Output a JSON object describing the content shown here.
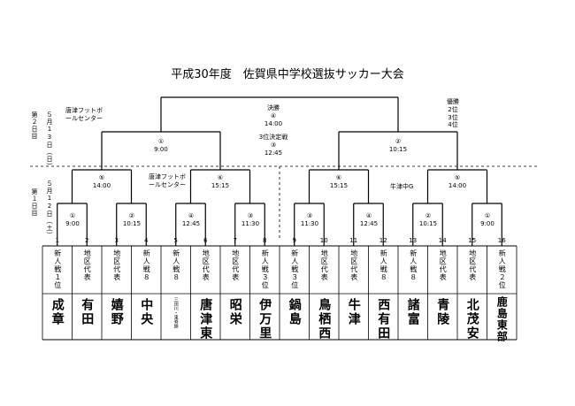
{
  "title": "平成30年度　佐賀県中学校選抜サッカー大会",
  "day2": {
    "label": "第２日目",
    "date": "５月13日（日）",
    "venue": "唐津フットボールセンター"
  },
  "day1": {
    "label": "第１日目",
    "date": "５月12日（土）",
    "venue_left": "唐津フットボールセンター",
    "venue_right": "牛津中G"
  },
  "final": {
    "label": "決勝",
    "num": "④",
    "time": "14:00"
  },
  "third_place": {
    "label": "3位決定戦",
    "num": "③",
    "time": "12:45"
  },
  "places": [
    "優勝",
    "2位",
    "3位",
    "4位"
  ],
  "semis": [
    {
      "num": "①",
      "time": "9:00"
    },
    {
      "num": "②",
      "time": "10:15"
    }
  ],
  "quarters": [
    {
      "num": "⑤",
      "time": "14:00"
    },
    {
      "num": "⑥",
      "time": "15:15"
    },
    {
      "num": "⑥",
      "time": "15:15"
    },
    {
      "num": "⑤",
      "time": "14:00"
    }
  ],
  "round1": [
    {
      "num": "①",
      "time": "9:00"
    },
    {
      "num": "②",
      "time": "10:15"
    },
    {
      "num": "④",
      "time": "12:45"
    },
    {
      "num": "③",
      "time": "11:30"
    },
    {
      "num": "③",
      "time": "11:30"
    },
    {
      "num": "④",
      "time": "12:45"
    },
    {
      "num": "②",
      "time": "10:15"
    },
    {
      "num": "①",
      "time": "9:00"
    }
  ],
  "teams": [
    {
      "no": "1",
      "seed": "新人戦１位",
      "name": "成章"
    },
    {
      "no": "2",
      "seed": "地区代表",
      "name": "有田"
    },
    {
      "no": "3",
      "seed": "地区代表",
      "name": "嬉野"
    },
    {
      "no": "4",
      "seed": "新人戦８",
      "name": "中央"
    },
    {
      "no": "5",
      "seed": "新人戦８",
      "name": "",
      "note": "三田川・東脊振"
    },
    {
      "no": "6",
      "seed": "地区代表",
      "name": "唐津東"
    },
    {
      "no": "7",
      "seed": "地区代表",
      "name": "昭栄"
    },
    {
      "no": "8",
      "seed": "新人戦３位",
      "name": "伊万里"
    },
    {
      "no": "9",
      "seed": "新人戦３位",
      "name": "鍋島"
    },
    {
      "no": "10",
      "seed": "地区代表",
      "name": "鳥栖西"
    },
    {
      "no": "11",
      "seed": "地区代表",
      "name": "牛津"
    },
    {
      "no": "12",
      "seed": "新人戦８",
      "name": "西有田"
    },
    {
      "no": "13",
      "seed": "新人戦８",
      "name": "諸富"
    },
    {
      "no": "14",
      "seed": "地区代表",
      "name": "青陵"
    },
    {
      "no": "15",
      "seed": "地区代表",
      "name": "北茂安"
    },
    {
      "no": "16",
      "seed": "新人戦２位",
      "name": "鹿島東部"
    }
  ]
}
